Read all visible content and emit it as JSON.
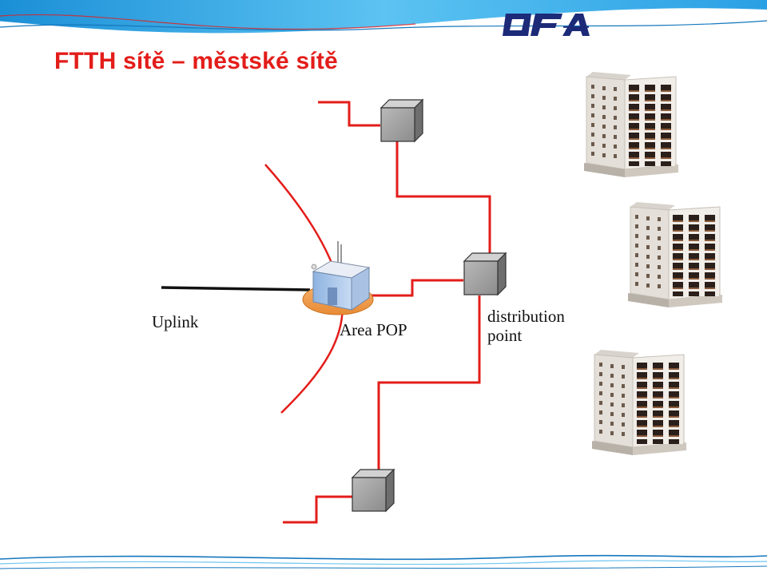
{
  "slide": {
    "title": "FTTH sítě – městské sítě",
    "logo_text": "OFA"
  },
  "diagram": {
    "labels": {
      "uplink": "Uplink",
      "area_pop": "Area POP",
      "distribution_point_line1": "distribution",
      "distribution_point_line2": "point"
    },
    "nodes": [
      {
        "id": "area-pop",
        "kind": "building-on-platform"
      },
      {
        "id": "distribution-point-mid",
        "kind": "cabinet"
      },
      {
        "id": "cabinet-top",
        "kind": "cabinet"
      },
      {
        "id": "cabinet-bottom",
        "kind": "cabinet"
      },
      {
        "id": "apartment-building-1",
        "kind": "apartment-building"
      },
      {
        "id": "apartment-building-2",
        "kind": "apartment-building"
      },
      {
        "id": "apartment-building-3",
        "kind": "apartment-building"
      }
    ],
    "colors": {
      "fiber": "#e31d1a",
      "uplink": "#111111",
      "title": "#e31d1a",
      "logo": "#1c2a78",
      "header_wave": "#2fa8e6",
      "pop_platform": "#f4a25a"
    }
  }
}
